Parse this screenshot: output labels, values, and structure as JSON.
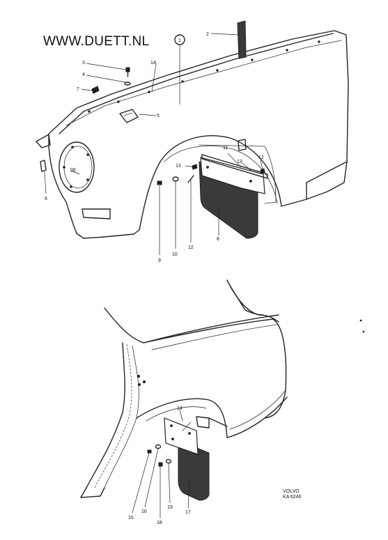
{
  "header": {
    "site_text": "WWW.DUETT.NL"
  },
  "footer": {
    "maker": "VOLVO",
    "code": "KA 6240"
  },
  "callouts": {
    "c1": "1",
    "c1a": "1A",
    "c1b": "1B",
    "c2": "2",
    "c3": "3",
    "c4": "4",
    "c5": "5",
    "c6": "6",
    "c7": "7",
    "c8": "8",
    "c9": "9",
    "c10": "10",
    "c11": "11",
    "c12": "12",
    "c13a": "13",
    "c13b": "13",
    "c14": "14",
    "c15": "15",
    "c16": "16",
    "c17": "17",
    "c18": "18",
    "c19": "19"
  },
  "colors": {
    "ink": "#222222",
    "paper": "#ffffff"
  }
}
